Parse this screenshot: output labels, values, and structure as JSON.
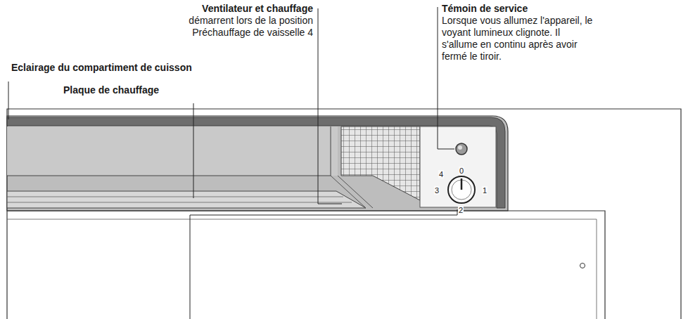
{
  "diagram": {
    "labels": [
      "Ventilateur et chauffage",
      "démarrent lors de la position Préchauffage de vaisselle 4",
      "Témoin de service",
      "Lorsque vous allumez l'appareil, le voyant lumineux clignote. Il s'allume en continu après avoir fermé le tiroir.",
      "Eclairage du compartiment de cuisson",
      "Plaque de chauffage",
      "0",
      "1",
      "2",
      "3",
      "4"
    ]
  }
}
